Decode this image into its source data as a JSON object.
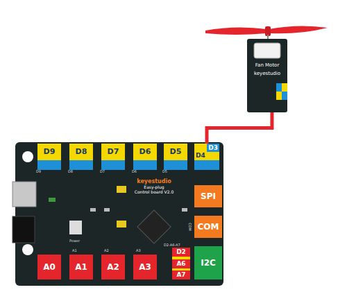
{
  "diagram": {
    "nodes": [
      {
        "text": [
          "Fan Motor",
          "keyestudio"
        ]
      },
      {
        "text": [
          "keyestudio",
          "Easy-plug",
          "Control board V2.0"
        ]
      },
      {
        "text": [
          "D9"
        ],
        "in": 1
      },
      {
        "text": [
          "D8"
        ],
        "in": 1
      },
      {
        "text": [
          "D7"
        ],
        "in": 1
      },
      {
        "text": [
          "D6"
        ],
        "in": 1
      },
      {
        "text": [
          "D5"
        ],
        "in": 1
      },
      {
        "text": [
          "D3",
          "D4"
        ],
        "in": 1
      },
      {
        "text": [
          "SPI"
        ],
        "in": 1
      },
      {
        "text": [
          "COM"
        ],
        "in": 1
      },
      {
        "text": [
          "A0"
        ],
        "in": 1
      },
      {
        "text": [
          "A1"
        ],
        "in": 1
      },
      {
        "text": [
          "A2"
        ],
        "in": 1
      },
      {
        "text": [
          "A3"
        ],
        "in": 1
      },
      {
        "text": [
          "D2",
          "A6",
          "A7"
        ],
        "in": 1
      },
      {
        "text": [
          "I2C"
        ],
        "in": 1
      }
    ],
    "edges": [
      {
        "from": 7,
        "to": 0,
        "arrow": "none"
      }
    ],
    "labels": [
      "D9",
      "D8",
      "D7",
      "D6",
      "D5",
      "A1",
      "A2",
      "A3",
      "D2-A6-A7",
      "COM",
      "Power"
    ]
  }
}
